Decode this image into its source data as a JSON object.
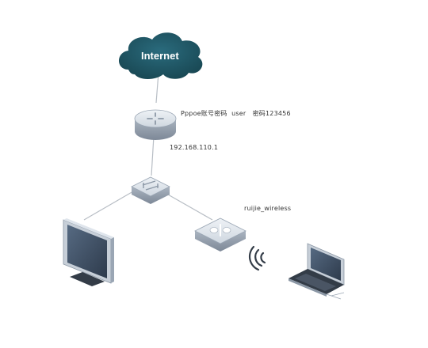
{
  "diagram": {
    "internet": {
      "label": "Internet"
    },
    "router": {
      "pppoe_prefix": "Pppoe账号密码",
      "user": "user",
      "password_label": "密码123456",
      "ip": "192.168.110.1"
    },
    "ap": {
      "ssid": "ruijie_wireless"
    },
    "colors": {
      "cloud": "#1f5a6a",
      "device_top": "#dde3ea",
      "device_side": "#9aa6b4",
      "screen": "#3a4a5e",
      "line": "#b8bec5"
    },
    "icons": [
      "cloud-icon",
      "router-icon",
      "switch-icon",
      "wireless-ap-icon",
      "monitor-icon",
      "laptop-icon",
      "wifi-signal-icon"
    ]
  }
}
